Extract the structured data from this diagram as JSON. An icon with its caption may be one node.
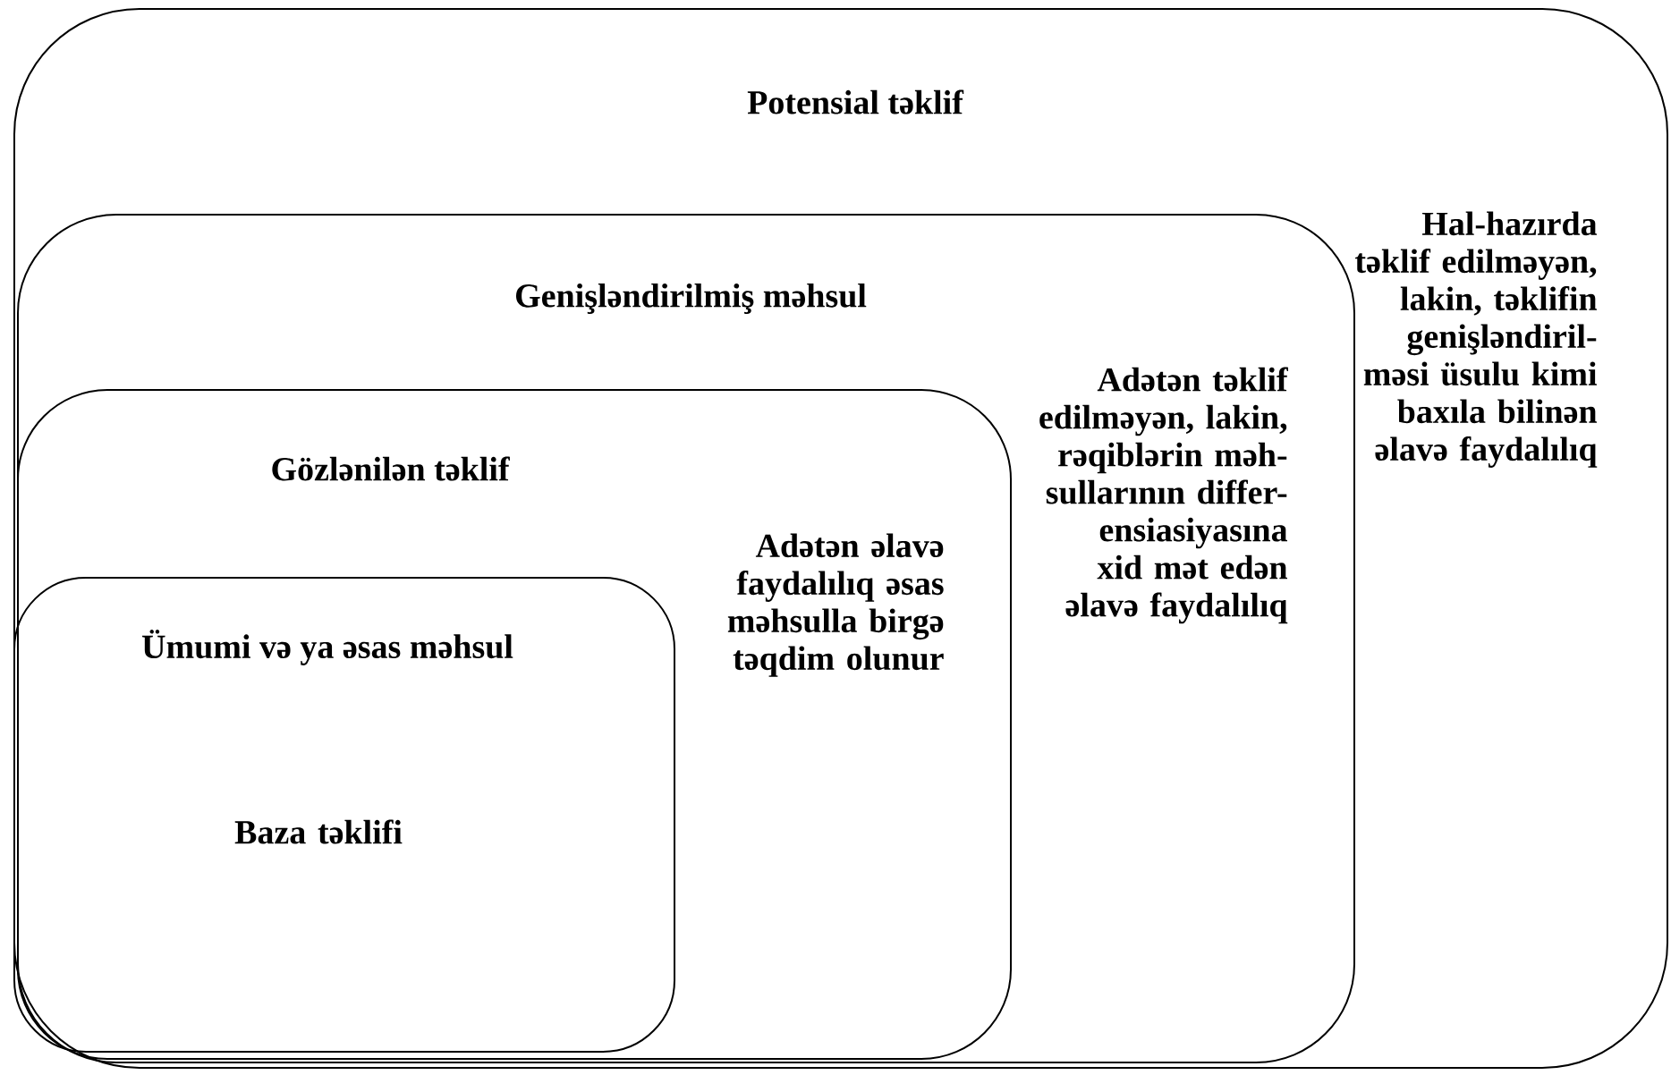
{
  "diagram": {
    "nodes": [
      {
        "text": [
          "Potensial təklif",
          "Hal-hazırda təklif edilməyən, lakin, təklifin genişləndiril-məsi üsulu kimi baxıla bilinən əlavə faydalılıq"
        ]
      },
      {
        "text": [
          "Genişləndirilmiş məhsul",
          "Adətən təklif edilməyən, lakin, rəqiblərin məh-sullarının differ-ensiasiyasına xid mət edən əlavə faydalılıq"
        ],
        "in": 0
      },
      {
        "text": [
          "Gözlənilən təklif",
          "Adətən əlavə faydalılıq əsas məhsulla birgə təqdim olunur"
        ],
        "in": 1
      },
      {
        "text": [
          "Ümumi və ya əsas məhsul",
          "Baza təklifi"
        ],
        "in": 2
      }
    ]
  }
}
